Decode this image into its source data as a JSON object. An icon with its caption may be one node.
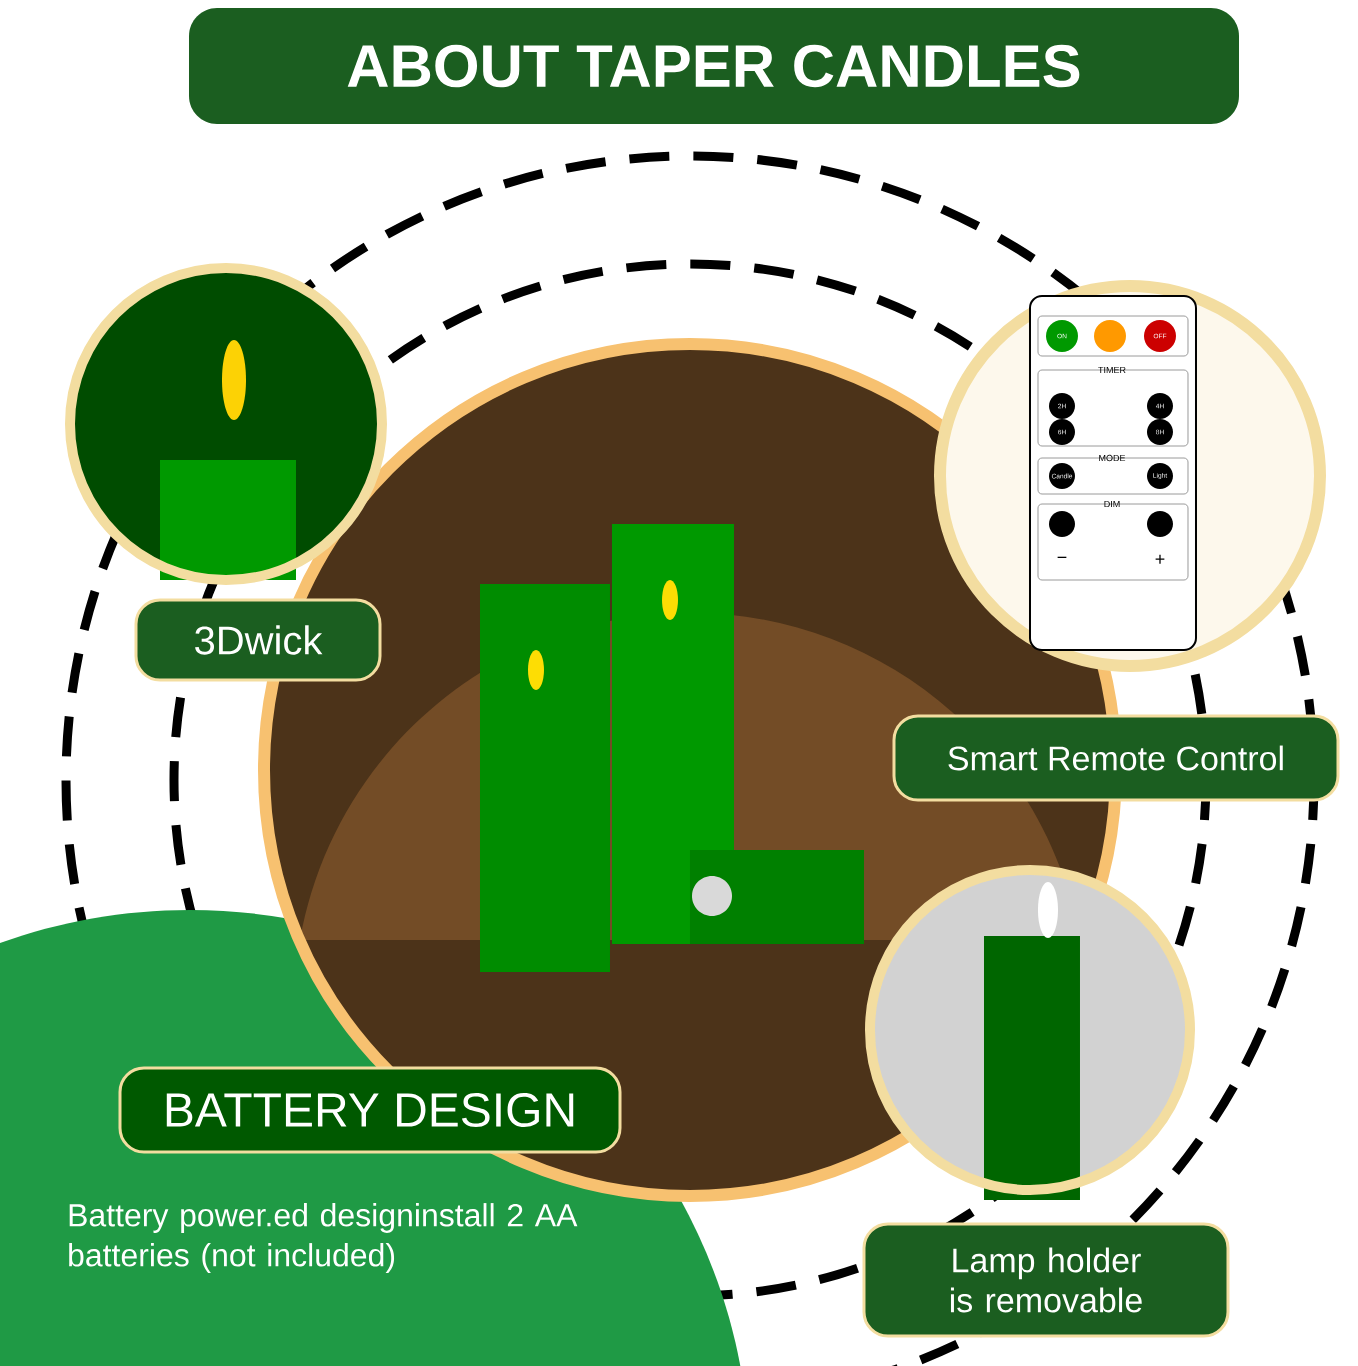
{
  "diagram": {
    "title": "ABOUT TAPER CANDLES",
    "nodes": [
      {
        "text": [
          "3Dwick"
        ]
      },
      {
        "text": [
          "Smart Remote Control"
        ]
      },
      {
        "text": [
          "BATTERY DESIGN"
        ]
      },
      {
        "text": [
          "Lamp holder is removable"
        ]
      }
    ],
    "labels": [
      "ON",
      "OFF",
      "TIMER",
      "2H",
      "4H",
      "6H",
      "8H",
      "MODE",
      "Candle",
      "Light",
      "DIM",
      "−",
      "+",
      "Battery power.ed designinstall 2 AA batteries (not included)"
    ]
  }
}
